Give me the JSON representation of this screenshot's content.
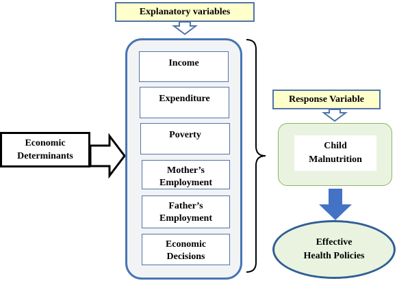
{
  "explanatory": {
    "label": "Explanatory variables"
  },
  "response": {
    "label": "Response Variable"
  },
  "determinants": {
    "line1": "Economic",
    "line2": "Determinants"
  },
  "variables": [
    {
      "line1": "Income",
      "line2": ""
    },
    {
      "line1": "Expenditure",
      "line2": ""
    },
    {
      "line1": "Poverty",
      "line2": ""
    },
    {
      "line1": "Mother’s",
      "line2": "Employment"
    },
    {
      "line1": "Father’s",
      "line2": "Employment"
    },
    {
      "line1": "Economic",
      "line2": "Decisions"
    }
  ],
  "outcome": {
    "line1": "Child",
    "line2": "Malnutrition"
  },
  "policy": {
    "line1": "Effective",
    "line2": "Health Policies"
  },
  "colors": {
    "label_fill": "#ffffcc",
    "border_blue": "#4f73a8",
    "arrow_blue": "#4472c4",
    "panel_fill": "#f2f3f5",
    "green_fill": "#eaf3df",
    "green_border": "#8db35f"
  }
}
